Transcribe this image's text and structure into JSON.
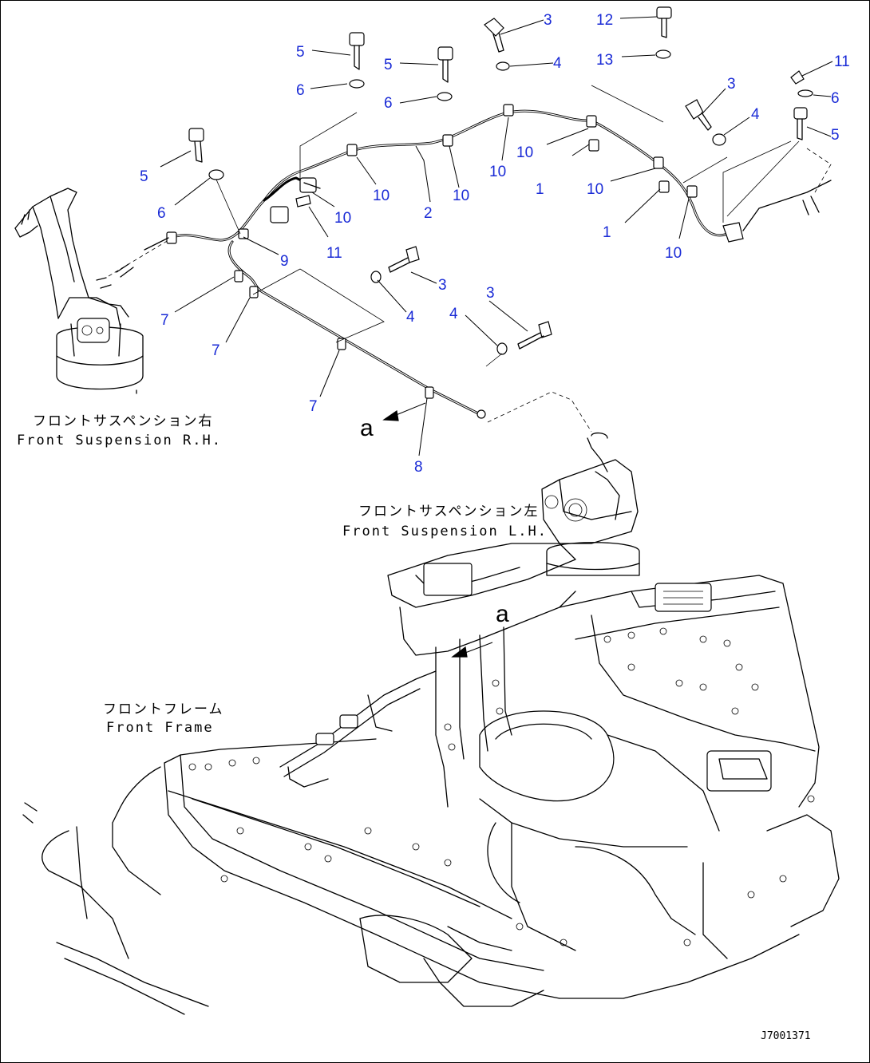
{
  "labels": {
    "front_susp_rh_jp": "フロントサスペンション右",
    "front_susp_rh_en": "Front Suspension R.H.",
    "front_susp_lh_jp": "フロントサスペンション左",
    "front_susp_lh_en": "Front Suspension L.H.",
    "front_frame_jp": "フロントフレーム",
    "front_frame_en": "Front Frame",
    "view_a_upper": "a",
    "view_a_lower": "a",
    "drawing_code": "J7001371"
  },
  "callouts": {
    "c1": "1",
    "c2": "1",
    "c3": "2",
    "c4": "3",
    "c5": "3",
    "c6": "3",
    "c7": "3",
    "c8": "4",
    "c9": "4",
    "c10": "4",
    "c11": "4",
    "c12": "5",
    "c13": "5",
    "c14": "5",
    "c15": "5",
    "c16": "6",
    "c17": "6",
    "c18": "6",
    "c19": "6",
    "c20": "7",
    "c21": "7",
    "c22": "7",
    "c23": "8",
    "c24": "9",
    "c25": "10",
    "c26": "10",
    "c27": "10",
    "c28": "10",
    "c29": "10",
    "c30": "10",
    "c31": "10",
    "c32": "11",
    "c33": "11",
    "c34": "12",
    "c35": "13"
  },
  "colors": {
    "callout": "#1a2bd6",
    "line": "#000000",
    "background": "#ffffff"
  }
}
